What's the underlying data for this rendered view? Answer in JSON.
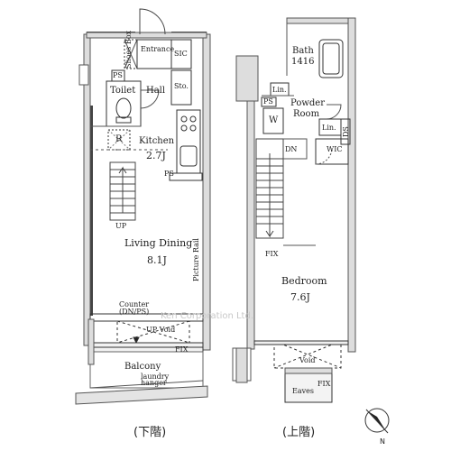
{
  "lower_floor": {
    "caption": "(下階)",
    "rooms": {
      "shoes_box": "Shoes Box",
      "entrance": "Entrance",
      "sic": "SIC",
      "ps_top": "PS",
      "toilet": "Toilet",
      "hall": "Hall",
      "storage": "Sto.",
      "refrigerator": "R",
      "kitchen": "Kitchen",
      "kitchen_size": "2.7J",
      "ps_mid": "PS",
      "up": "UP",
      "living_dining": "Living Dining",
      "living_size": "8.1J",
      "picture_rail": "Picture Rail",
      "counter": "Counter",
      "counter_note": "(DN/PS)",
      "void": "UP Void",
      "fix": "FIX",
      "balcony": "Balcony",
      "laundry": "laundry",
      "hanger": "hanger"
    }
  },
  "upper_floor": {
    "caption": "(上階)",
    "rooms": {
      "bath": "Bath",
      "bath_size": "1416",
      "linen_top": "Lin.",
      "ps": "PS",
      "powder": "Powder",
      "powder2": "Room",
      "washer": "W",
      "linen_mid": "Lin.",
      "ds": "DS",
      "dn": "DN",
      "wic": "WIC",
      "fix_top": "FIX",
      "bedroom": "Bedroom",
      "bedroom_size": "7.6J",
      "void": "Void",
      "eaves": "Eaves",
      "fix_bottom": "FIX"
    }
  },
  "watermark": "Ken Corporation Ltd.",
  "compass": {
    "label": "N"
  }
}
